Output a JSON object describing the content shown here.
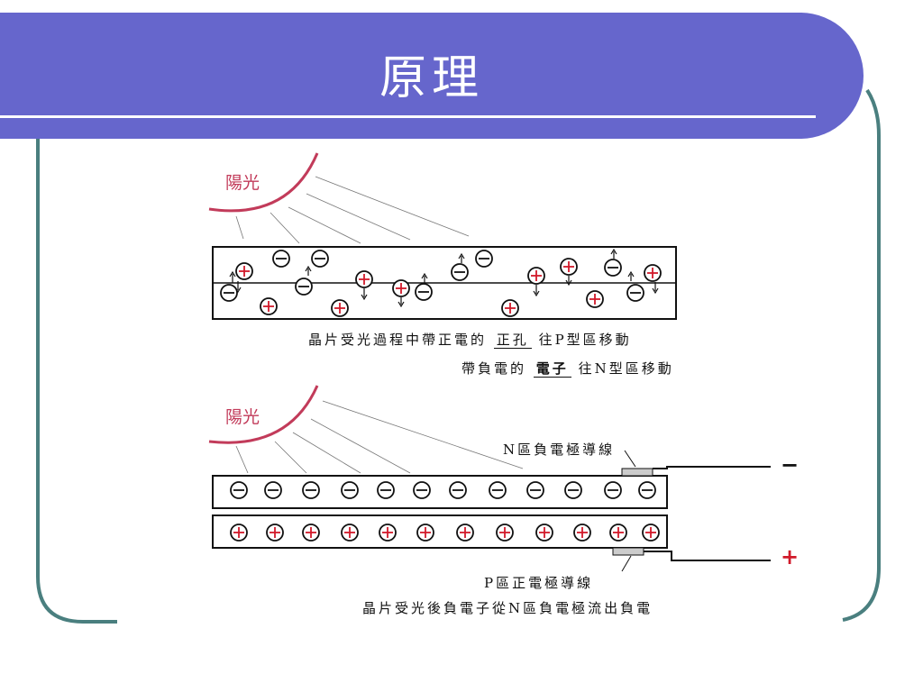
{
  "title": "原理",
  "diagram1": {
    "sunlight_label": "陽光",
    "caption_line1": {
      "pre": "晶片受光過程中帶正電的",
      "term": "正孔",
      "post": "往P型區移動"
    },
    "caption_line2": {
      "pre": "帶負電的",
      "term": "電子",
      "post": "往N型區移動"
    }
  },
  "diagram2": {
    "sunlight_label": "陽光",
    "n_electrode_label": "N區負電極導線",
    "p_electrode_label": "P區正電極導線",
    "caption": "晶片受光後負電子從N區負電極流出負電",
    "minus_terminal": "−",
    "plus_terminal": "+"
  },
  "colors": {
    "header": "#6666cc",
    "frame": "#4a7f7f",
    "positive": "#d11a2a",
    "sun": "#c23b5a"
  }
}
